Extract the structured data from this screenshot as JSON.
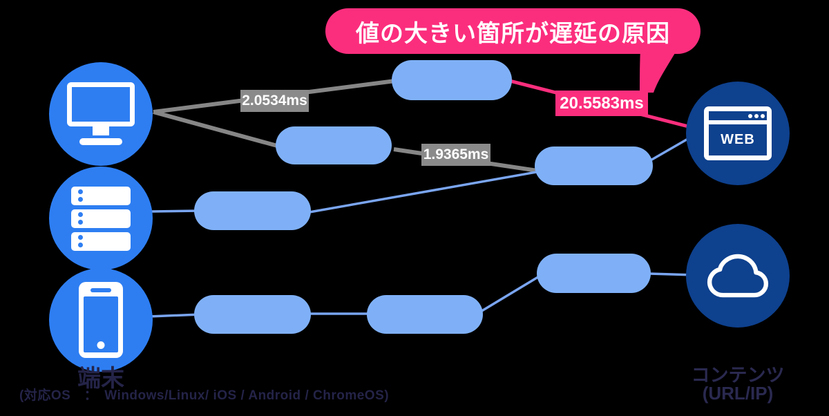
{
  "callout": {
    "text": "値の大きい箇所が遅延の原因"
  },
  "edges": [
    {
      "from": "desktop-node",
      "to": "relay-node-1",
      "latency": "2.0534ms",
      "highlight": false
    },
    {
      "from": "relay-node-1",
      "to": "web-node",
      "latency": "20.5583ms",
      "highlight": true
    },
    {
      "from": "relay-node-2",
      "to": "relay-node-3",
      "latency": "1.9365ms",
      "highlight": false
    }
  ],
  "left_group": {
    "label": "端末",
    "sublabel": "(対応OS　：　Windows/Linux/ iOS / Android / ChromeOS)",
    "nodes": [
      {
        "icon": "desktop-icon"
      },
      {
        "icon": "server-icon"
      },
      {
        "icon": "smartphone-icon"
      }
    ]
  },
  "right_group": {
    "label": "コンテンツ",
    "sublabel": "(URL/IP)",
    "nodes": [
      {
        "icon": "browser-icon",
        "text": "WEB"
      },
      {
        "icon": "cloud-icon"
      }
    ]
  },
  "colors": {
    "background": "#000000",
    "device_circle": "#2e7ef2",
    "content_circle": "#0e418e",
    "relay_pill": "#7fb0f7",
    "edge_gray": "#868686",
    "edge_blue": "#7aa5f0",
    "accent_pink": "#fb2e7d",
    "footer_text": "#242348"
  }
}
